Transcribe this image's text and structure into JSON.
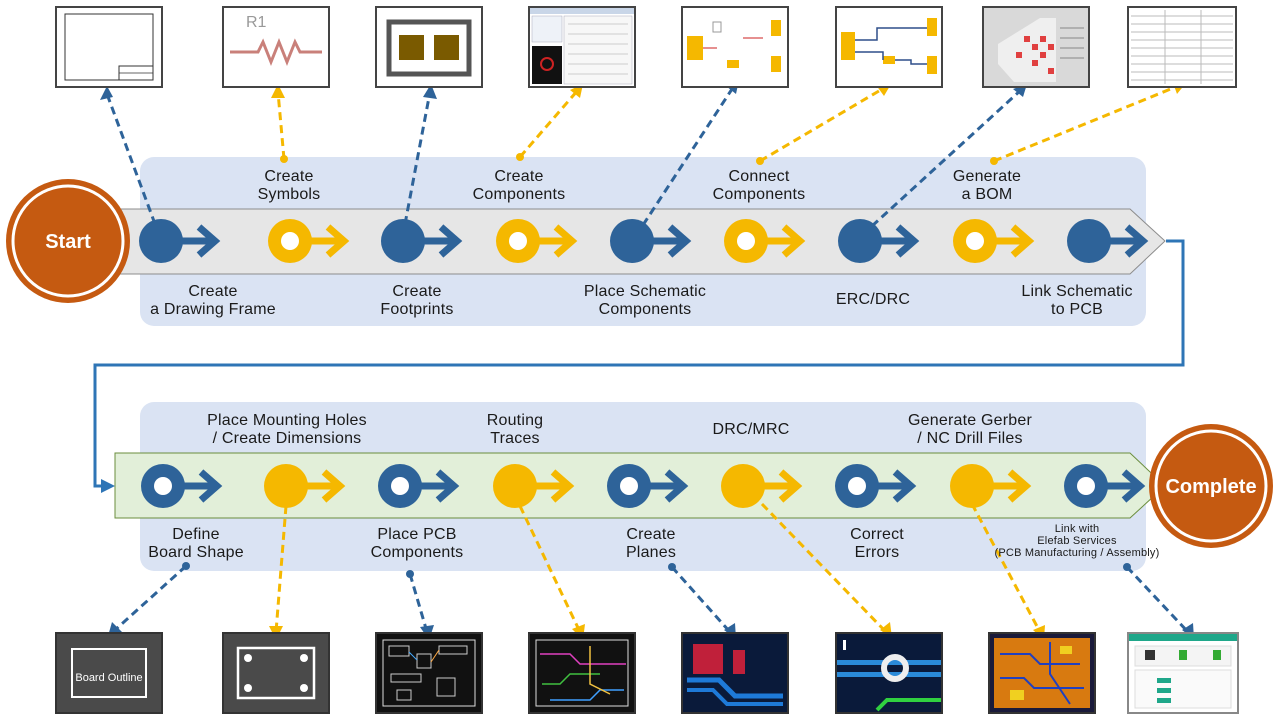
{
  "terminals": {
    "start": "Start",
    "complete": "Complete"
  },
  "top_labels": [
    {
      "id": "create-symbols",
      "lines": [
        "Create",
        "Symbols"
      ]
    },
    {
      "id": "create-components",
      "lines": [
        "Create",
        "Components"
      ]
    },
    {
      "id": "connect-components",
      "lines": [
        "Connect",
        "Components"
      ]
    },
    {
      "id": "generate-bom",
      "lines": [
        "Generate",
        "a BOM"
      ]
    },
    {
      "id": "create-drawing-frame",
      "lines": [
        "Create",
        "a Drawing Frame"
      ]
    },
    {
      "id": "create-footprints",
      "lines": [
        "Create",
        "Footprints"
      ]
    },
    {
      "id": "place-schematic-components",
      "lines": [
        "Place Schematic",
        "Components"
      ]
    },
    {
      "id": "erc-drc",
      "lines": [
        "ERC/DRC"
      ]
    },
    {
      "id": "link-schematic-to-pcb",
      "lines": [
        "Link Schematic",
        "to PCB"
      ]
    }
  ],
  "bottom_labels": [
    {
      "id": "place-mounting-holes",
      "lines": [
        "Place Mounting Holes",
        "/ Create Dimensions"
      ]
    },
    {
      "id": "routing-traces",
      "lines": [
        "Routing",
        "Traces"
      ]
    },
    {
      "id": "drc-mrc",
      "lines": [
        "DRC/MRC"
      ]
    },
    {
      "id": "generate-gerber",
      "lines": [
        "Generate Gerber",
        "/ NC Drill Files"
      ]
    },
    {
      "id": "define-board-shape",
      "lines": [
        "Define",
        "Board Shape"
      ]
    },
    {
      "id": "place-pcb-components",
      "lines": [
        "Place PCB",
        "Components"
      ]
    },
    {
      "id": "create-planes",
      "lines": [
        "Create",
        "Planes"
      ]
    },
    {
      "id": "correct-errors",
      "lines": [
        "Correct",
        "Errors"
      ]
    },
    {
      "id": "link-elefab",
      "lines": [
        "Link with",
        "Elefab Services",
        "(PCB Manufacturing / Assembly)"
      ]
    }
  ],
  "thumbnails": {
    "symbol_ref": "R1",
    "board_outline": "Board Outline"
  },
  "colors": {
    "blue": "#2e6399",
    "yellow": "#f5b800",
    "orange": "#c55a11",
    "band": "#dae3f3",
    "arrow_top": "#e6e6e6",
    "arrow_bottom": "#e2efd9",
    "connector": "#2e75b6"
  }
}
